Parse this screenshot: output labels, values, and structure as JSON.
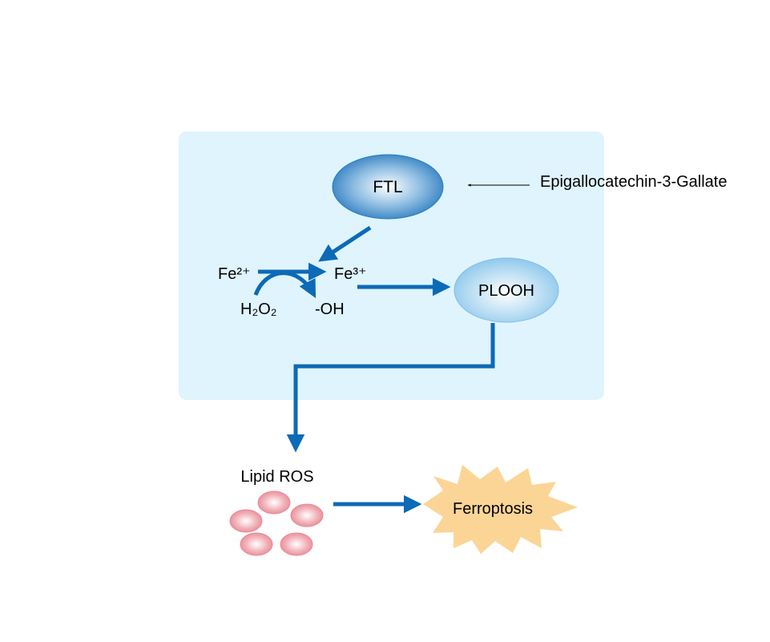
{
  "diagram": {
    "nodes": {
      "ftl": "FTL",
      "plooh": "PLOOH",
      "fe2": "Fe²⁺",
      "fe3": "Fe³⁺",
      "h2o2": "H₂O₂",
      "oh": "-OH",
      "lipid_ros": "Lipid ROS",
      "ferroptosis": "Ferroptosis",
      "egcg": "Epigallocatechin-3-Gallate"
    },
    "colors": {
      "panel": "#dff4fd",
      "arrow": "#0d6ab7",
      "ftl_edge": "#2a7cc0",
      "plooh_edge": "#7fbde8",
      "ros": "#ec8d98",
      "ferroptosis": "#fbd596"
    }
  }
}
